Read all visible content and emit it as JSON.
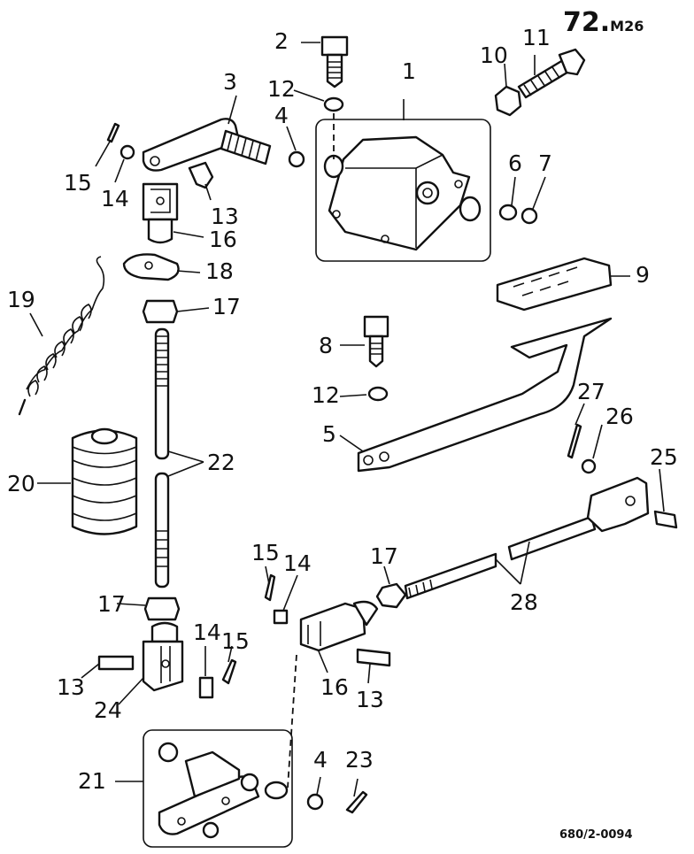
{
  "title": {
    "main": "72.",
    "sub": "M26"
  },
  "reference": "680/2-0094",
  "labels": {
    "l1": "1",
    "l2": "2",
    "l3": "3",
    "l4a": "4",
    "l4b": "4",
    "l5": "5",
    "l6": "6",
    "l7": "7",
    "l8": "8",
    "l9": "9",
    "l10": "10",
    "l11": "11",
    "l12a": "12",
    "l12b": "12",
    "l13a": "13",
    "l13b": "13",
    "l13c": "13",
    "l14a": "14",
    "l14b": "14",
    "l14c": "14",
    "l15a": "15",
    "l15b": "15",
    "l15c": "15",
    "l16a": "16",
    "l16b": "16",
    "l17a": "17",
    "l17b": "17",
    "l17c": "17",
    "l18": "18",
    "l19": "19",
    "l20": "20",
    "l21": "21",
    "l22": "22",
    "l23": "23",
    "l24": "24",
    "l25": "25",
    "l26": "26",
    "l27": "27",
    "l28": "28"
  }
}
